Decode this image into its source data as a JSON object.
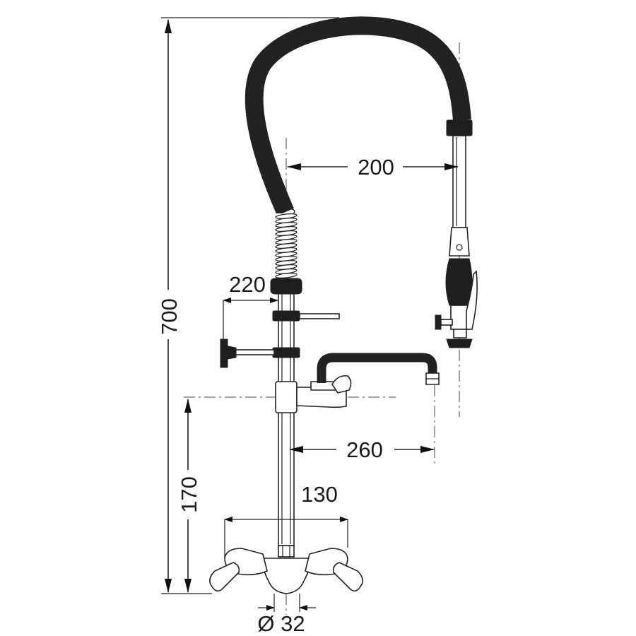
{
  "diagram": {
    "type": "technical-drawing",
    "subject": "pre-rinse faucet with spring hose and swivel spout",
    "dimensions": {
      "total_height": "700",
      "spray_offset": "200",
      "wall_offset": "220",
      "spout_reach": "260",
      "spout_height": "170",
      "valve_spacing": "130",
      "inlet_diameter": "Ø 32"
    }
  }
}
